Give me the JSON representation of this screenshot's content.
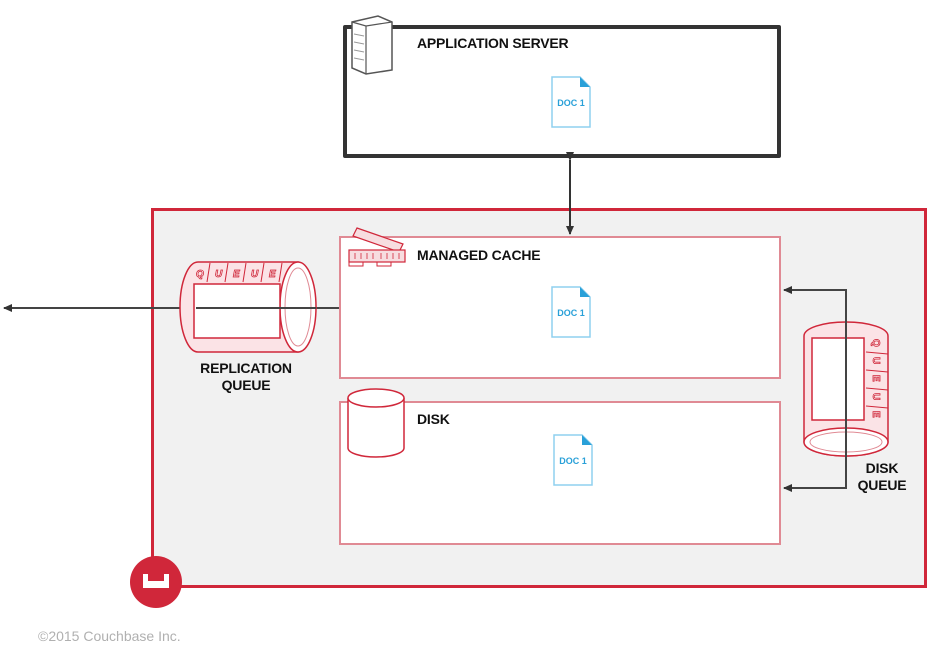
{
  "diagram": {
    "application_server": {
      "label": "APPLICATION SERVER",
      "doc_label": "DOC 1",
      "icon": "server-icon"
    },
    "managed_cache": {
      "label": "MANAGED CACHE",
      "doc_label": "DOC 1",
      "icon": "ram-icon"
    },
    "disk": {
      "label": "DISK",
      "doc_label": "DOC 1",
      "icon": "database-icon"
    },
    "replication_queue": {
      "label_line1": "REPLICATION",
      "label_line2": "QUEUE",
      "queue_letters": [
        "Q",
        "U",
        "E",
        "U",
        "E"
      ]
    },
    "disk_queue": {
      "label_line1": "DISK",
      "label_line2": "QUEUE",
      "queue_letters": [
        "Q",
        "U",
        "E",
        "U",
        "E"
      ]
    },
    "cluster_logo": "couchbase-logo-icon"
  },
  "colors": {
    "accent_red": "#d0273a",
    "light_red": "#e08a94",
    "doc_blue": "#29a0d8",
    "dark": "#333333",
    "cluster_bg": "#f1f1f1"
  },
  "footer": {
    "copyright": "©2015 Couchbase Inc."
  }
}
